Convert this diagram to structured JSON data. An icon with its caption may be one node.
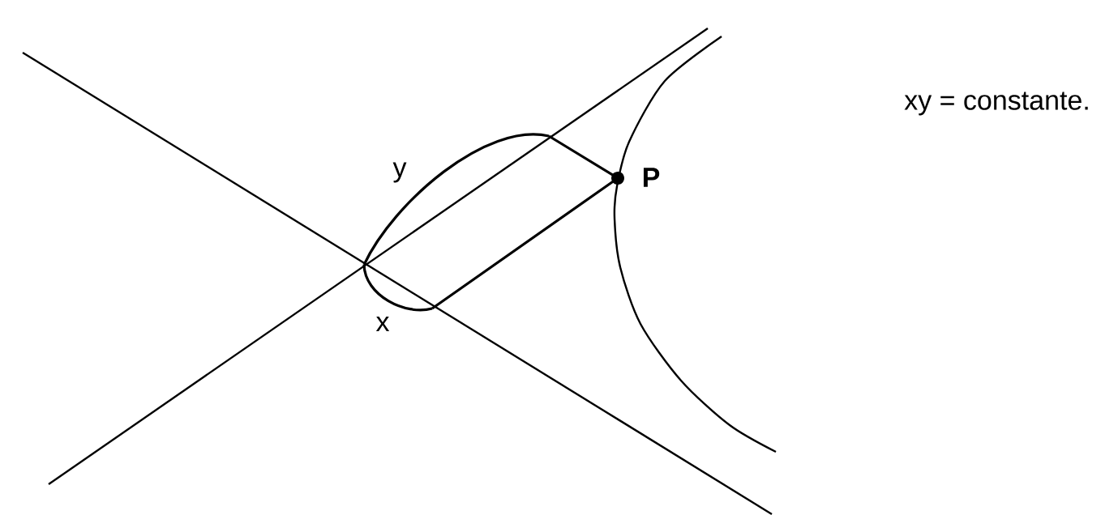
{
  "diagram": {
    "labels": [
      "y",
      "P",
      "x",
      "xy = constante."
    ]
  }
}
